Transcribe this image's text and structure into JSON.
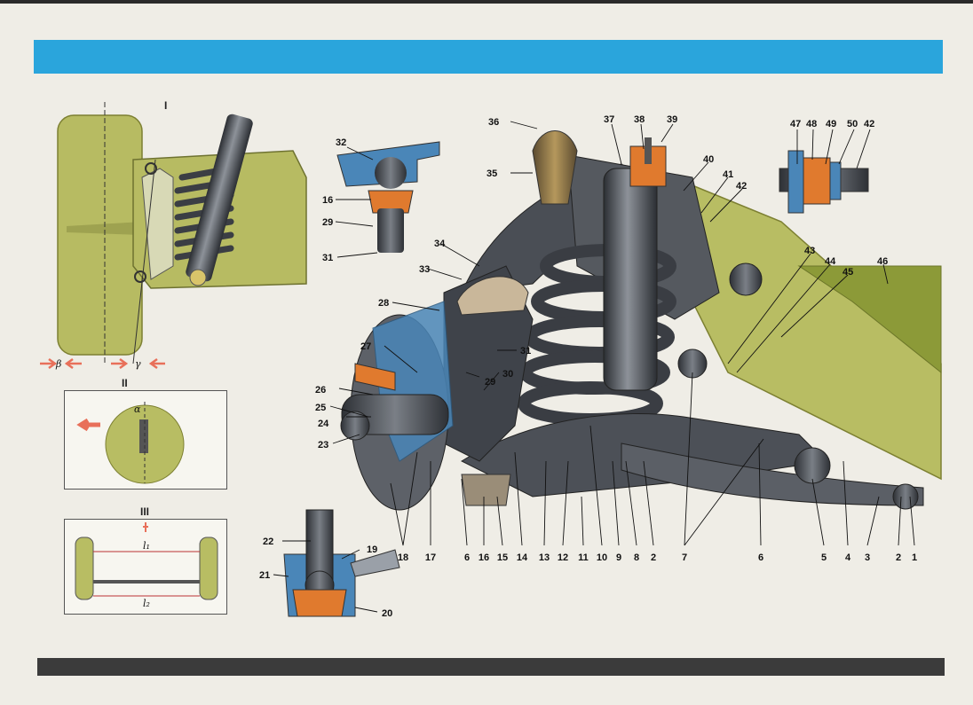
{
  "views": {
    "view_1": "I",
    "view_2": "II",
    "view_3": "III"
  },
  "angles": {
    "beta": "β",
    "gamma": "γ",
    "alpha": "α"
  },
  "track": {
    "l1": "l₁",
    "l2": "l₂"
  },
  "callouts": [
    "1",
    "2",
    "3",
    "4",
    "5",
    "6",
    "7",
    "8",
    "9",
    "10",
    "11",
    "12",
    "13",
    "14",
    "15",
    "16",
    "17",
    "18",
    "19",
    "20",
    "21",
    "22",
    "23",
    "24",
    "25",
    "26",
    "27",
    "28",
    "29",
    "30",
    "31",
    "32",
    "33",
    "34",
    "35",
    "36",
    "37",
    "38",
    "39",
    "40",
    "41",
    "42",
    "43",
    "44",
    "45",
    "46",
    "47",
    "48",
    "49",
    "50"
  ],
  "colors": {
    "band_top": "#2aa5dc",
    "band_bottom": "#3b3b3b",
    "frame_green": "#b8bd63",
    "body_olive": "#8c9a38",
    "metal_dark": "#3e4147",
    "section_blue": "#4a86b8",
    "section_orange": "#e07a2e",
    "arrow_red": "#e8705a"
  }
}
